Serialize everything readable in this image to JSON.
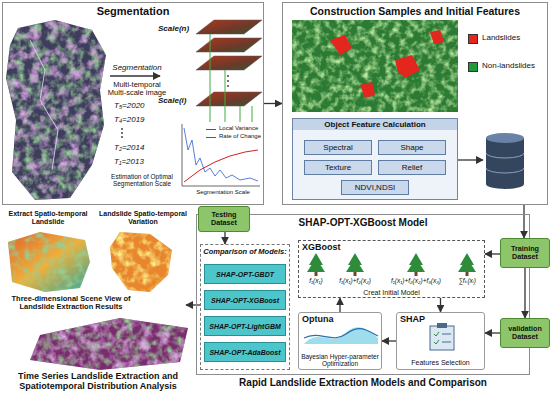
{
  "diagram": {
    "nodes": [
      {
        "text": [
          "Segmentation"
        ]
      },
      {
        "text": [
          "Construction Samples and Initial Features"
        ]
      },
      {
        "text": [
          "Object Feature Calculation"
        ],
        "in": 1
      },
      {
        "text": [
          "Spectral"
        ],
        "in": 2
      },
      {
        "text": [
          "Shape"
        ],
        "in": 2
      },
      {
        "text": [
          "Texture"
        ],
        "in": 2
      },
      {
        "text": [
          "Relief"
        ],
        "in": 2
      },
      {
        "text": [
          "NDVI,NDSI"
        ],
        "in": 2
      },
      {
        "text": [
          "SHAP-OPT-XGBoost Model",
          "Rapid Landslide Extraction Models and Comparison"
        ]
      },
      {
        "text": [
          "Testing Dataset"
        ]
      },
      {
        "text": [
          "Training Dataset"
        ]
      },
      {
        "text": [
          "validation Dataset"
        ]
      },
      {
        "text": [
          "Comparison of Models:"
        ],
        "in": 8
      },
      {
        "text": [
          "SHAP-OPT-GBDT"
        ],
        "in": 12
      },
      {
        "text": [
          "SHAP-OPT-XGBoost"
        ],
        "in": 12
      },
      {
        "text": [
          "SHAP-OPT-LightGBM"
        ],
        "in": 12
      },
      {
        "text": [
          "SHAP-OPT-AdaBoost"
        ],
        "in": 12
      },
      {
        "text": [
          "XGBoost",
          "f₁(x₁)",
          "f₁(x₁)+f₂(x₂)",
          "f₁(x₁)+f₂(x₂)+f₃(x₃)",
          "∑fₖ(xᵢ)",
          "Creat Initial Model"
        ],
        "in": 8
      },
      {
        "text": [
          "Optuna",
          "Bayesian Hyper-parameter Optimization"
        ],
        "in": 8
      },
      {
        "text": [
          "SHAP",
          "Features Selection"
        ],
        "in": 8
      }
    ],
    "edges": [
      {
        "from": 0,
        "to": 1,
        "arrow": "to"
      },
      {
        "from": 1,
        "to": 10,
        "arrow": "to"
      },
      {
        "from": 10,
        "to": 11,
        "arrow": "to"
      },
      {
        "from": 10,
        "to": 17,
        "arrow": "to"
      },
      {
        "from": 17,
        "to": 19,
        "arrow": "to"
      },
      {
        "from": 11,
        "to": 19,
        "arrow": "to"
      },
      {
        "from": 19,
        "to": 18,
        "arrow": "to"
      },
      {
        "from": 18,
        "to": 17,
        "arrow": "to"
      },
      {
        "from": 9,
        "to": 12,
        "arrow": "to"
      }
    ],
    "labels": [
      "Segmentation",
      "Multi-temporal Multi-scale image",
      "T₅=2020",
      "T₄=2019",
      "T₂=2014",
      "T₁=2013",
      "Scale(n)",
      "Scale(i)",
      "Estimation of Optimal Segmentation Scale",
      "Segmentation Scale",
      "Extract Spatio-temporal Landslide",
      "Landslide Spatio-temporal Variation",
      "Three-dimensional Scene View of Landslide Extraction Results",
      "Time Series Landslide Extraction and Spatiotemporal Distribution Analysis"
    ],
    "legend": [
      {
        "text": "Landslides",
        "color": "#e3261e"
      },
      {
        "text": "Non-landslides",
        "color": "#1e9a3a"
      },
      {
        "text": "Local Variance"
      },
      {
        "text": "Rate of Change"
      }
    ]
  }
}
